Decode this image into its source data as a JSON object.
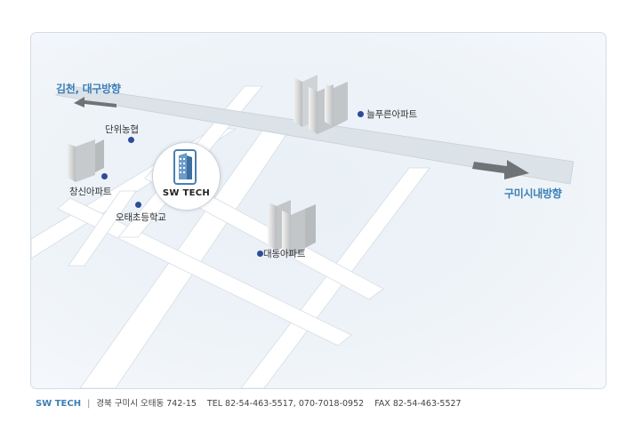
{
  "directions": {
    "west": "김천, 대구방향",
    "east": "구미시내방향"
  },
  "landmarks": {
    "neulpureun": "늘푸른아파트",
    "danwi": "단위농협",
    "changsin": "창신아파트",
    "otae_school": "오태초등학교",
    "daedong": "대동아파트"
  },
  "logo": {
    "name": "SW TECH"
  },
  "footer": {
    "company": "SW TECH",
    "separator": "|",
    "address": "경북 구미시 오태동 742-15",
    "tel": "TEL 82-54-463-5517, 070-7018-0952",
    "fax": "FAX 82-54-463-5527"
  },
  "colors": {
    "road": "#ffffff",
    "highway": "#dbe2e8",
    "direction_text": "#3b7fb5",
    "dot": "#2d4b9b",
    "frame_border": "#d3dde6"
  }
}
